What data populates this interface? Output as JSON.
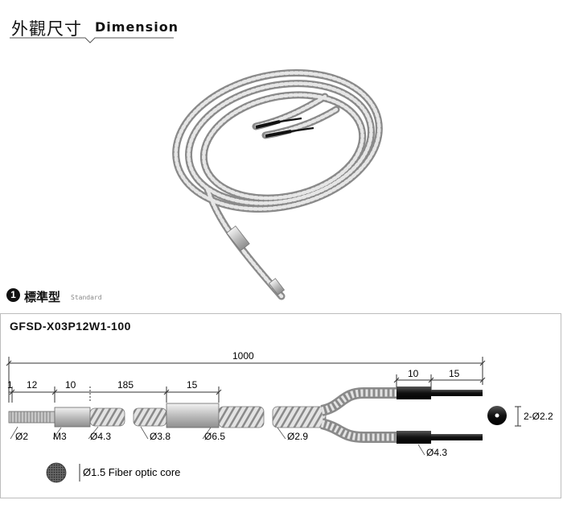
{
  "header": {
    "title": "外觀尺寸",
    "subtitle": "Dimension"
  },
  "section": {
    "number": "1",
    "title": "標準型",
    "subtitle_en": "Standard"
  },
  "spec": {
    "model": "GFSD-X03P12W1-100",
    "overall_length": "1000",
    "top_dims": [
      "1",
      "12",
      "10",
      "185",
      "15"
    ],
    "right_dims": [
      "10",
      "15"
    ],
    "labels": {
      "d2": "Ø2",
      "m3": "M3",
      "d43a": "Ø4.3",
      "d38": "Ø3.8",
      "d65": "Ø6.5",
      "d29": "Ø2.9",
      "d43b": "Ø4.3",
      "d22": "2-Ø2.2"
    },
    "legend": "Ø1.5 Fiber optic core"
  },
  "colors": {
    "cable_light": "#d7d7d7",
    "cable_dark": "#7b7b7b",
    "tip": "#111111",
    "box_border": "#bdbdbd"
  }
}
